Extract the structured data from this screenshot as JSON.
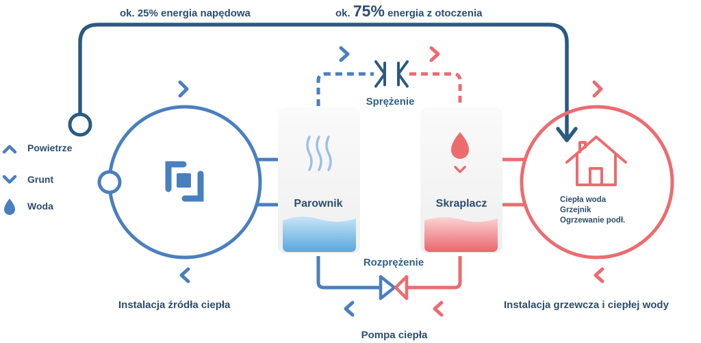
{
  "energy": {
    "drive_label": "ok. 25% energia napędowa",
    "ambient_prefix": "ok.",
    "ambient_percent": "75%",
    "ambient_suffix": "energia z otoczenia"
  },
  "sources": {
    "items": [
      {
        "label": "Powietrze",
        "icon": "chevron-up-icon"
      },
      {
        "label": "Grunt",
        "icon": "chevron-down-icon"
      },
      {
        "label": "Woda",
        "icon": "water-drop-icon"
      }
    ]
  },
  "pump": {
    "compression_label": "Sprężenie",
    "expansion_label": "Rozprężenie",
    "evaporator_label": "Parownik",
    "condenser_label": "Skraplacz",
    "pump_label": "Pompa ciepła"
  },
  "heating": {
    "uses": [
      "Ciepła woda",
      "Grzejnik",
      "Ogrzewanie podł."
    ]
  },
  "captions": {
    "source_installation": "Instalacja źródła ciepła",
    "heating_installation": "Instalacja grzewcza i ciepłej wody"
  },
  "colors": {
    "cold": "#4a7fbf",
    "hot": "#ec6b6f",
    "dark": "#2b5a80",
    "text": "#2f5f8c"
  }
}
